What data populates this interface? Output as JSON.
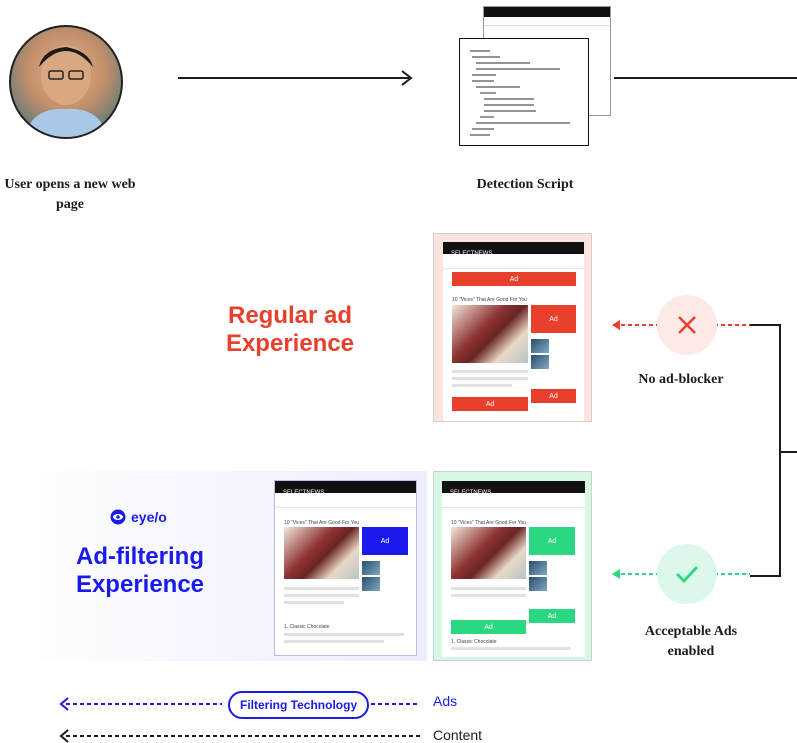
{
  "steps": {
    "user": "User opens a new web page",
    "script": "Detection Script",
    "no_adblock": "No ad-blocker",
    "acceptable": "Acceptable Ads enabled"
  },
  "experiences": {
    "regular": "Regular ad Experience",
    "filtering": "Ad-filtering Experience",
    "brand": "eye/o"
  },
  "mockup": {
    "site": "SELECTNEWS",
    "headline": "10 \"Vices\" That Are Good For You",
    "ad_label": "Ad",
    "footer_line": "1. Classic Chocolate"
  },
  "legend": {
    "tech": "Filtering Technology",
    "ads": "Ads",
    "content": "Content"
  },
  "colors": {
    "red": "#e8402c",
    "green": "#2bd882",
    "blue": "#1a1aeb"
  }
}
